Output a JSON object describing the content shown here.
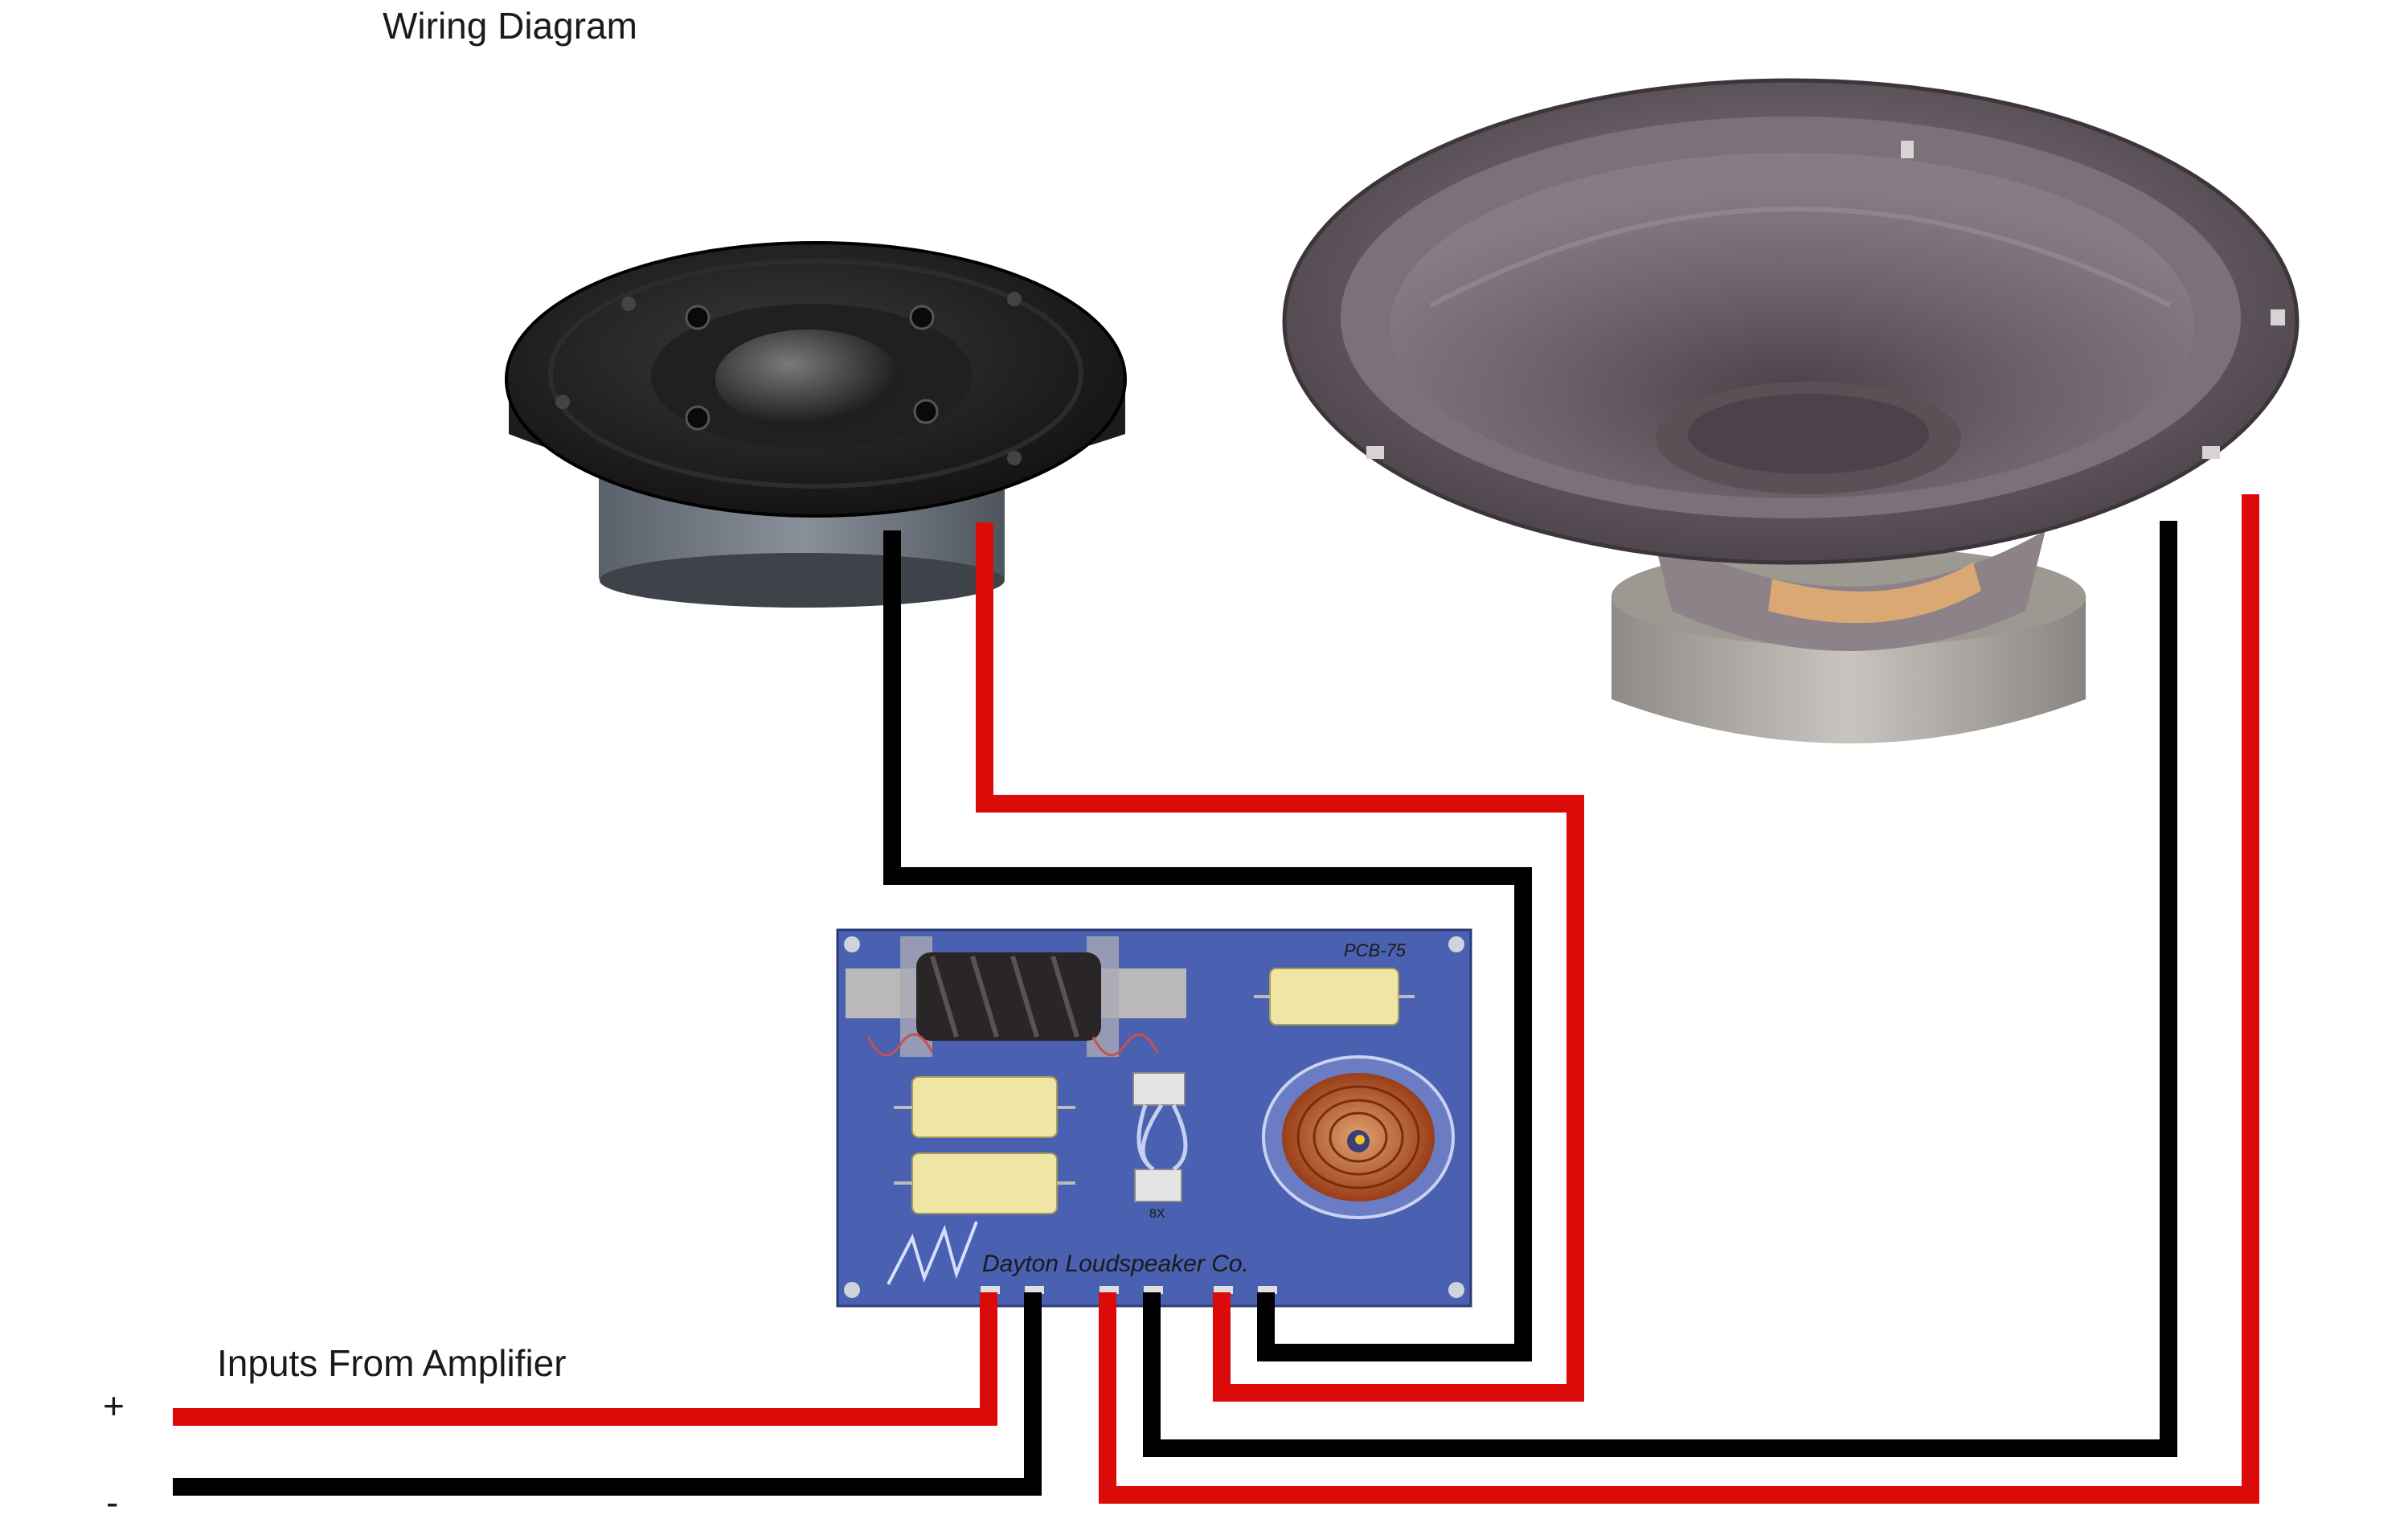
{
  "title": "Wiring Diagram",
  "input_label": "Inputs From Amplifier",
  "plus_sign": "+",
  "minus_sign": "-",
  "pcb": {
    "brand": "Dayton Loudspeaker Co.",
    "model": "PCB-75",
    "jumper": "8X"
  },
  "colors": {
    "positive_wire": "#dd0a0a",
    "negative_wire": "#000000",
    "board": "#4a60b0",
    "capacitor": "#efe6a6",
    "coil": "#c05a2a"
  }
}
